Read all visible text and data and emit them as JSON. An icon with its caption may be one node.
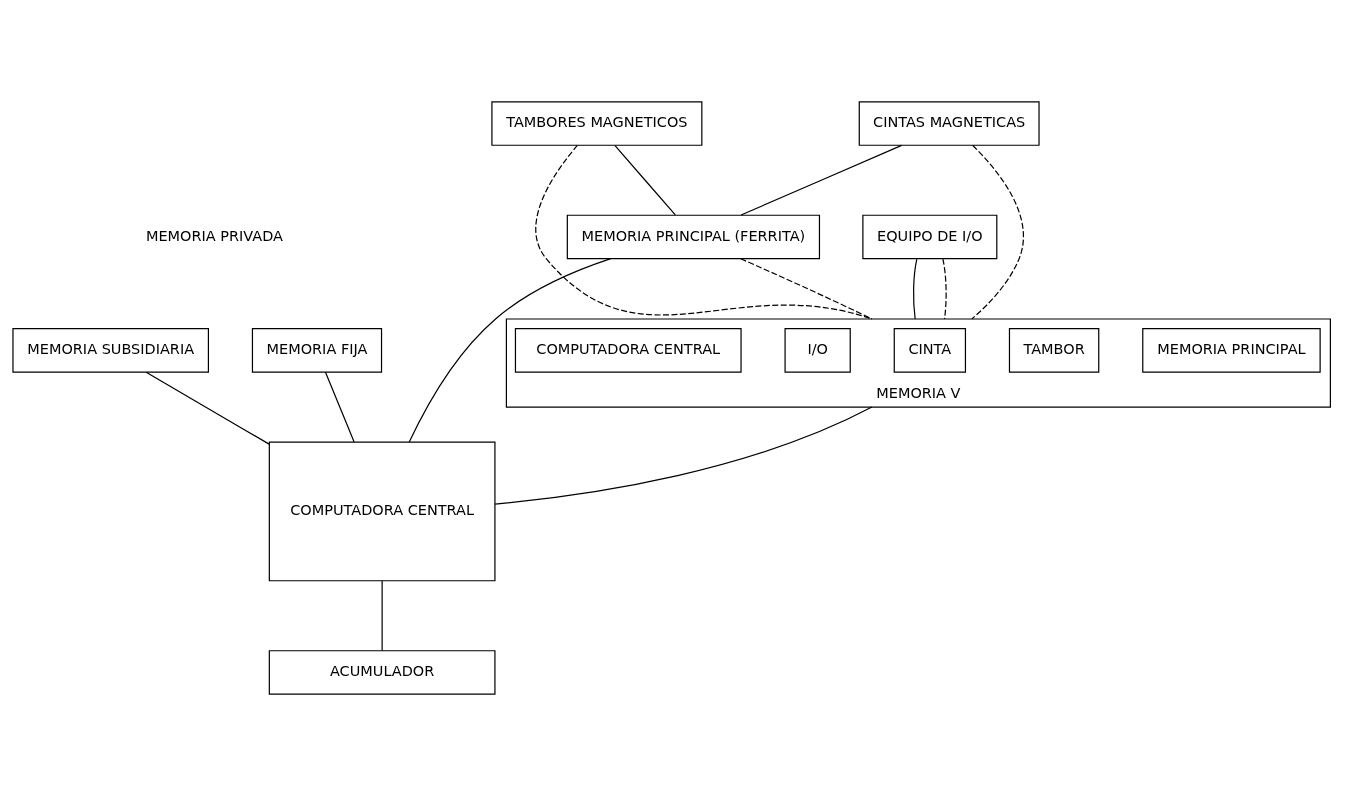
{
  "diagram": {
    "nodes": [
      {
        "text": [
          "TAMBORES MAGNETICOS"
        ]
      },
      {
        "text": [
          "CINTAS MAGNETICAS"
        ]
      },
      {
        "text": [
          "EQUIPO DE I/O"
        ]
      },
      {
        "text": [
          "MEMORIA SUBSIDIARIA"
        ]
      },
      {
        "text": [
          "MEMORIA FIJA"
        ]
      },
      {
        "text": [
          "MEMORIA PRINCIPAL (FERRITA)"
        ]
      },
      {
        "text": [
          "MEMORIA V"
        ]
      },
      {
        "text": [
          "MEMORIA PRINCIPAL"
        ],
        "in": 6
      },
      {
        "text": [
          "TAMBOR"
        ],
        "in": 6
      },
      {
        "text": [
          "CINTA"
        ],
        "in": 6
      },
      {
        "text": [
          "I/O"
        ],
        "in": 6
      },
      {
        "text": [
          "COMPUTADORA CENTRAL"
        ],
        "in": 6
      },
      {
        "text": [
          "COMPUTADORA CENTRAL"
        ]
      },
      {
        "text": [
          "ACUMULADOR"
        ]
      }
    ],
    "edges": [
      {
        "from": 0,
        "to": 5,
        "arrow": "none"
      },
      {
        "from": 1,
        "to": 5,
        "arrow": "none"
      },
      {
        "from": 0,
        "to": 6,
        "arrow": "none",
        "style": "dashed"
      },
      {
        "from": 1,
        "to": 6,
        "arrow": "none",
        "style": "dashed"
      },
      {
        "from": 2,
        "to": 6,
        "arrow": "none"
      },
      {
        "from": 2,
        "to": 6,
        "arrow": "none",
        "style": "dashed"
      },
      {
        "from": 5,
        "to": 6,
        "arrow": "none",
        "style": "dashed"
      },
      {
        "from": 3,
        "to": 12,
        "arrow": "none"
      },
      {
        "from": 4,
        "to": 12,
        "arrow": "none"
      },
      {
        "from": 5,
        "to": 12,
        "arrow": "none"
      },
      {
        "from": 6,
        "to": 12,
        "arrow": "none"
      },
      {
        "from": 12,
        "to": 13,
        "arrow": "none"
      }
    ],
    "labels": [
      "MEMORIA PRIVADA"
    ]
  }
}
